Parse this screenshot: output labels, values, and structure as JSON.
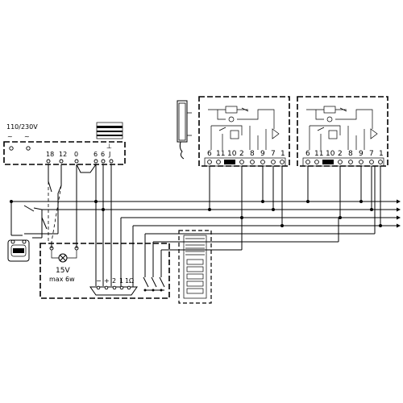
{
  "power_supply": {
    "mains_label": "110/230V",
    "mains_symbols": [
      "~",
      "~"
    ],
    "terminal_labels": [
      "18",
      "12",
      "0",
      "6",
      "6",
      "J"
    ],
    "ground_label": "⊥"
  },
  "speaker_unit": {
    "output_label": "15V",
    "output_max_label": "max 6w",
    "terminal_labels": [
      "−",
      "+",
      "2",
      "1",
      "1",
      "Ω"
    ]
  },
  "intercom_left": {
    "terminal_labels": [
      "6",
      "11",
      "10",
      "2",
      "8",
      "9",
      "7",
      "1"
    ]
  },
  "intercom_right": {
    "terminal_labels": [
      "6",
      "11",
      "10",
      "2",
      "8",
      "9",
      "7",
      "1"
    ]
  }
}
